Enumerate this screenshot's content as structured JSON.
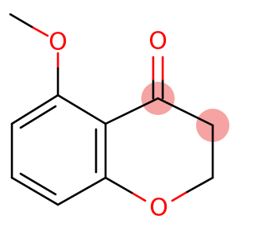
{
  "molecule": {
    "atoms": {
      "methoxy_oxygen": {
        "label": "O",
        "color": "#ff0000"
      },
      "carbonyl_oxygen": {
        "label": "O",
        "color": "#ff0000"
      },
      "ring_oxygen": {
        "label": "O",
        "color": "#ff0000"
      }
    },
    "highlight_color": "#f5a3a3"
  }
}
